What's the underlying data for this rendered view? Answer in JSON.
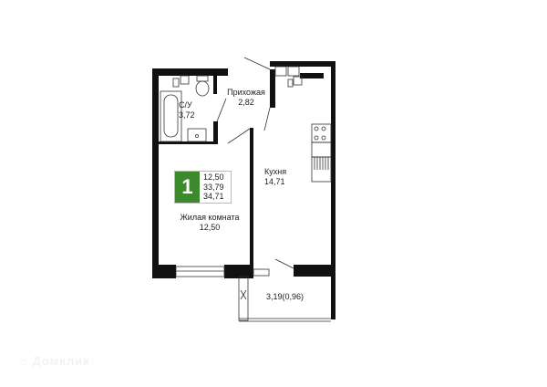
{
  "rooms": {
    "bathroom": {
      "name": "С/У",
      "area": "3,72"
    },
    "hallway": {
      "name": "Прихожая",
      "area": "2,82"
    },
    "kitchen": {
      "name": "Кухня",
      "area": "14,71"
    },
    "living": {
      "name": "Жилая комната",
      "area": "12,50"
    },
    "balcony": {
      "area": "3,19(0,96)"
    }
  },
  "badge": {
    "rooms": "1",
    "living_area": "12,50",
    "total_area": "33,79",
    "full_area": "34,71",
    "color": "#3d8a2e"
  },
  "watermark": "Домклик"
}
